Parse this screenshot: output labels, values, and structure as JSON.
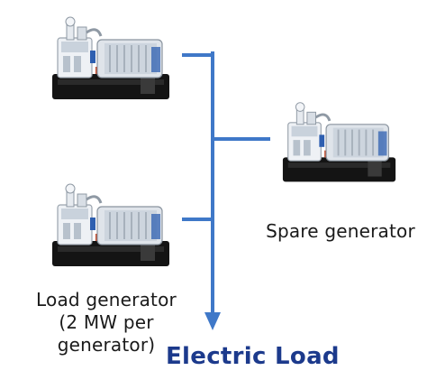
{
  "labels": {
    "load_line1": "Load generator",
    "load_line2": "(2 MW per",
    "load_line3": "generator)",
    "spare": "Spare generator",
    "electric_load": "Electric Load"
  },
  "colors": {
    "line": "#3f78c8",
    "arrow": "#3f78c8",
    "text_dark": "#1a1a1a",
    "text_blue": "#1c3a8c",
    "generator_base": "#141414",
    "generator_body": "#dfe4ea",
    "generator_accent": "#2e5fb0"
  },
  "generators": [
    {
      "role": "load",
      "icon": "generator-icon"
    },
    {
      "role": "load",
      "icon": "generator-icon"
    },
    {
      "role": "spare",
      "icon": "generator-icon"
    }
  ]
}
